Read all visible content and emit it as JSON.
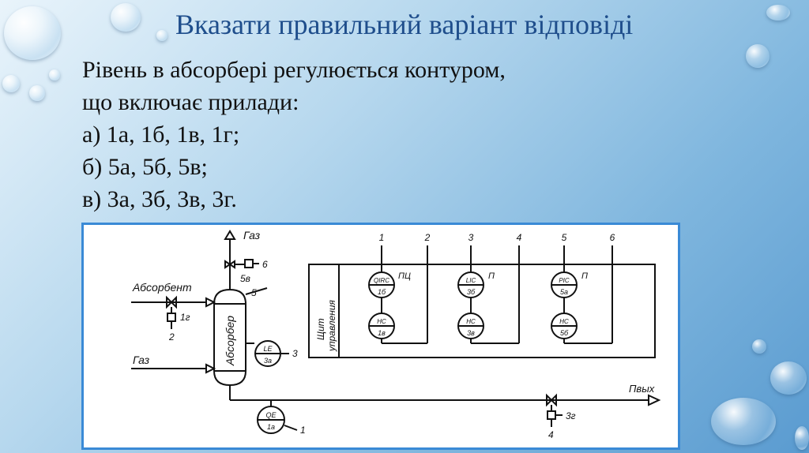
{
  "slide": {
    "title": "Вказати правильний варіант відповіді",
    "question_lines": [
      "Рівень в абсорбері регулюється контуром,",
      "що включає прилади:",
      "а) 1а, 1б, 1в, 1г;",
      "б) 5а, 5б, 5в;",
      "в) 3а, 3б, 3в, 3г."
    ]
  },
  "diagram": {
    "gas_top": "Газ",
    "valve_6": "6",
    "label_5b": "5в",
    "absorbent": "Абсорбент",
    "valve_1g": "1г",
    "num_2": "2",
    "gas_in": "Газ",
    "num_5": "5",
    "absorber": "Абсорбер",
    "le_top": "LE",
    "le_bottom": "3а",
    "num_3": "3",
    "qe_top": "QE",
    "qe_bottom": "1а",
    "num_1": "1",
    "valve_3g": "3г",
    "num_4": "4",
    "out_label": "Пвых",
    "panel_label_1": "Щит",
    "panel_label_2": "управления",
    "columns": [
      "1",
      "2",
      "3",
      "4",
      "5",
      "6"
    ],
    "group_1_label": "ПЦ",
    "group_2_label": "П",
    "group_3_label": "П",
    "inst_qirc_top": "QIRC",
    "inst_qirc_bottom": "1б",
    "inst_hc1_top": "НС",
    "inst_hc1_bottom": "1в",
    "inst_lic_top": "LIC",
    "inst_lic_bottom": "3б",
    "inst_hc3_top": "НС",
    "inst_hc3_bottom": "3в",
    "inst_pic_top": "PIC",
    "inst_pic_bottom": "5а",
    "inst_hc5_top": "НС",
    "inst_hc5_bottom": "5б"
  },
  "colors": {
    "title": "#1f4e8c",
    "frame": "#3a8ad6",
    "text": "#111111"
  }
}
